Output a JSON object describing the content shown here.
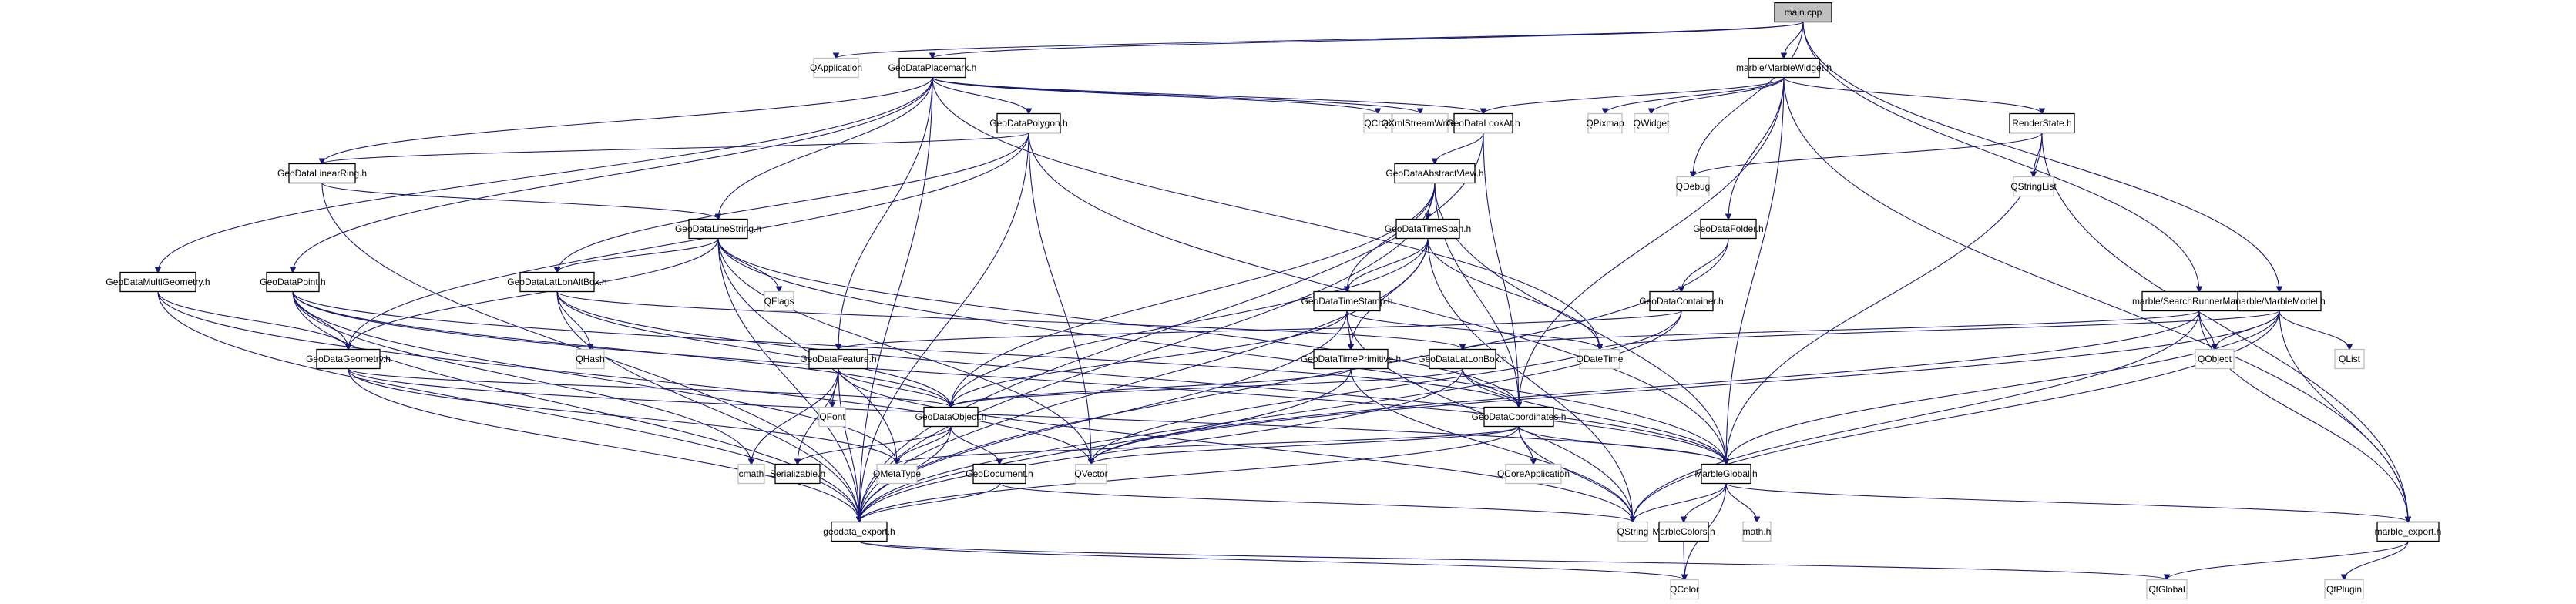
{
  "title": "main.cpp include dependency graph",
  "colors": {
    "edge": "#191970",
    "root_fill": "#bfbfbf",
    "local_border": "#000000",
    "system_border": "#bfbfbf"
  },
  "nodes": [
    {
      "id": "main",
      "label": "main.cpp",
      "kind": "root"
    },
    {
      "id": "qapplication",
      "label": "QApplication",
      "kind": "system"
    },
    {
      "id": "placemark",
      "label": "GeoDataPlacemark.h",
      "kind": "local"
    },
    {
      "id": "marblewidget",
      "label": "marble/MarbleWidget.h",
      "kind": "local"
    },
    {
      "id": "polygon",
      "label": "GeoDataPolygon.h",
      "kind": "local"
    },
    {
      "id": "qchar",
      "label": "QChar",
      "kind": "system"
    },
    {
      "id": "qxmlstreamwriter",
      "label": "QXmlStreamWriter",
      "kind": "system"
    },
    {
      "id": "lookat",
      "label": "GeoDataLookAt.h",
      "kind": "local"
    },
    {
      "id": "qpixmap",
      "label": "QPixmap",
      "kind": "system"
    },
    {
      "id": "qwidget",
      "label": "QWidget",
      "kind": "system"
    },
    {
      "id": "renderstate",
      "label": "RenderState.h",
      "kind": "local"
    },
    {
      "id": "linearring",
      "label": "GeoDataLinearRing.h",
      "kind": "local"
    },
    {
      "id": "abstractview",
      "label": "GeoDataAbstractView.h",
      "kind": "local"
    },
    {
      "id": "qdebug",
      "label": "QDebug",
      "kind": "system"
    },
    {
      "id": "qstringlist",
      "label": "QStringList",
      "kind": "system"
    },
    {
      "id": "linestring",
      "label": "GeoDataLineString.h",
      "kind": "local"
    },
    {
      "id": "timespan",
      "label": "GeoDataTimeSpan.h",
      "kind": "local"
    },
    {
      "id": "folder",
      "label": "GeoDataFolder.h",
      "kind": "local"
    },
    {
      "id": "multigeometry",
      "label": "GeoDataMultiGeometry.h",
      "kind": "local"
    },
    {
      "id": "point",
      "label": "GeoDataPoint.h",
      "kind": "local"
    },
    {
      "id": "latlonaltbox",
      "label": "GeoDataLatLonAltBox.h",
      "kind": "local"
    },
    {
      "id": "qflags",
      "label": "QFlags",
      "kind": "system"
    },
    {
      "id": "timestamp",
      "label": "GeoDataTimeStamp.h",
      "kind": "local"
    },
    {
      "id": "container",
      "label": "GeoDataContainer.h",
      "kind": "local"
    },
    {
      "id": "searchrunner",
      "label": "marble/SearchRunnerManager.h",
      "kind": "local"
    },
    {
      "id": "marblemodel",
      "label": "marble/MarbleModel.h",
      "kind": "local"
    },
    {
      "id": "geometry",
      "label": "GeoDataGeometry.h",
      "kind": "local"
    },
    {
      "id": "qhash",
      "label": "QHash",
      "kind": "system"
    },
    {
      "id": "feature",
      "label": "GeoDataFeature.h",
      "kind": "local"
    },
    {
      "id": "timeprimitive",
      "label": "GeoDataTimePrimitive.h",
      "kind": "local"
    },
    {
      "id": "latlonbox",
      "label": "GeoDataLatLonBox.h",
      "kind": "local"
    },
    {
      "id": "qdatetime",
      "label": "QDateTime",
      "kind": "system"
    },
    {
      "id": "qobject",
      "label": "QObject",
      "kind": "system"
    },
    {
      "id": "qlist",
      "label": "QList",
      "kind": "system"
    },
    {
      "id": "qfont",
      "label": "QFont",
      "kind": "system"
    },
    {
      "id": "object",
      "label": "GeoDataObject.h",
      "kind": "local"
    },
    {
      "id": "coordinates",
      "label": "GeoDataCoordinates.h",
      "kind": "local"
    },
    {
      "id": "cmath",
      "label": "cmath",
      "kind": "system"
    },
    {
      "id": "serializable",
      "label": "Serializable.h",
      "kind": "local"
    },
    {
      "id": "qmetatype",
      "label": "QMetaType",
      "kind": "system"
    },
    {
      "id": "geodocument",
      "label": "GeoDocument.h",
      "kind": "local"
    },
    {
      "id": "qvector",
      "label": "QVector",
      "kind": "system"
    },
    {
      "id": "qcoreapplication",
      "label": "QCoreApplication",
      "kind": "system"
    },
    {
      "id": "marbleglobal",
      "label": "MarbleGlobal.h",
      "kind": "local"
    },
    {
      "id": "geodataexport",
      "label": "geodata_export.h",
      "kind": "local"
    },
    {
      "id": "qstring",
      "label": "QString",
      "kind": "system"
    },
    {
      "id": "marblecolors",
      "label": "MarbleColors.h",
      "kind": "local"
    },
    {
      "id": "mathh",
      "label": "math.h",
      "kind": "system"
    },
    {
      "id": "marbleexport",
      "label": "marble_export.h",
      "kind": "local"
    },
    {
      "id": "qcolor",
      "label": "QColor",
      "kind": "system"
    },
    {
      "id": "qtglobal",
      "label": "QtGlobal",
      "kind": "system"
    },
    {
      "id": "qtplugin",
      "label": "QtPlugin",
      "kind": "system"
    }
  ],
  "edges": [
    [
      "main",
      "qapplication"
    ],
    [
      "main",
      "placemark"
    ],
    [
      "main",
      "marblewidget"
    ],
    [
      "main",
      "qdebug"
    ],
    [
      "main",
      "searchrunner"
    ],
    [
      "main",
      "marblemodel"
    ],
    [
      "placemark",
      "polygon"
    ],
    [
      "placemark",
      "qchar"
    ],
    [
      "placemark",
      "qxmlstreamwriter"
    ],
    [
      "placemark",
      "lookat"
    ],
    [
      "placemark",
      "linearring"
    ],
    [
      "placemark",
      "linestring"
    ],
    [
      "placemark",
      "multigeometry"
    ],
    [
      "placemark",
      "point"
    ],
    [
      "placemark",
      "feature"
    ],
    [
      "placemark",
      "qdatetime"
    ],
    [
      "placemark",
      "geodataexport"
    ],
    [
      "marblewidget",
      "lookat"
    ],
    [
      "marblewidget",
      "qpixmap"
    ],
    [
      "marblewidget",
      "qwidget"
    ],
    [
      "marblewidget",
      "renderstate"
    ],
    [
      "marblewidget",
      "folder"
    ],
    [
      "marblewidget",
      "coordinates"
    ],
    [
      "marblewidget",
      "marbleglobal"
    ],
    [
      "marblewidget",
      "marbleexport"
    ],
    [
      "polygon",
      "linearring"
    ],
    [
      "polygon",
      "latlonaltbox"
    ],
    [
      "polygon",
      "geometry"
    ],
    [
      "polygon",
      "qvector"
    ],
    [
      "polygon",
      "geodataexport"
    ],
    [
      "polygon",
      "marbleglobal"
    ],
    [
      "lookat",
      "abstractview"
    ],
    [
      "lookat",
      "coordinates"
    ],
    [
      "lookat",
      "geodataexport"
    ],
    [
      "renderstate",
      "qdebug"
    ],
    [
      "renderstate",
      "qstringlist"
    ],
    [
      "renderstate",
      "marbleglobal"
    ],
    [
      "renderstate",
      "marbleexport"
    ],
    [
      "linearring",
      "linestring"
    ],
    [
      "linearring",
      "geodataexport"
    ],
    [
      "abstractview",
      "timespan"
    ],
    [
      "abstractview",
      "timestamp"
    ],
    [
      "abstractview",
      "object"
    ],
    [
      "abstractview",
      "coordinates"
    ],
    [
      "abstractview",
      "geodataexport"
    ],
    [
      "abstractview",
      "marbleglobal"
    ],
    [
      "linestring",
      "qflags"
    ],
    [
      "linestring",
      "latlonaltbox"
    ],
    [
      "linestring",
      "geometry"
    ],
    [
      "linestring",
      "coordinates"
    ],
    [
      "linestring",
      "qvector"
    ],
    [
      "linestring",
      "qmetatype"
    ],
    [
      "linestring",
      "geodataexport"
    ],
    [
      "linestring",
      "marbleglobal"
    ],
    [
      "timespan",
      "timestamp"
    ],
    [
      "timespan",
      "timeprimitive"
    ],
    [
      "timespan",
      "object"
    ],
    [
      "timespan",
      "qdatetime"
    ],
    [
      "timespan",
      "qstring"
    ],
    [
      "timespan",
      "geodataexport"
    ],
    [
      "folder",
      "container"
    ],
    [
      "folder",
      "geodataexport"
    ],
    [
      "multigeometry",
      "geometry"
    ],
    [
      "multigeometry",
      "qvector"
    ],
    [
      "multigeometry",
      "geodataexport"
    ],
    [
      "point",
      "geometry"
    ],
    [
      "point",
      "coordinates"
    ],
    [
      "point",
      "cmath"
    ],
    [
      "point",
      "qmetatype"
    ],
    [
      "point",
      "geodataexport"
    ],
    [
      "point",
      "marbleglobal"
    ],
    [
      "point",
      "object"
    ],
    [
      "latlonaltbox",
      "qhash"
    ],
    [
      "latlonaltbox",
      "latlonbox"
    ],
    [
      "latlonaltbox",
      "object"
    ],
    [
      "latlonaltbox",
      "geodataexport"
    ],
    [
      "latlonaltbox",
      "marbleglobal"
    ],
    [
      "timestamp",
      "timeprimitive"
    ],
    [
      "timestamp",
      "qdatetime"
    ],
    [
      "timestamp",
      "object"
    ],
    [
      "timestamp",
      "geodataexport"
    ],
    [
      "timestamp",
      "qstring"
    ],
    [
      "container",
      "feature"
    ],
    [
      "container",
      "qvector"
    ],
    [
      "container",
      "geodataexport"
    ],
    [
      "searchrunner",
      "qobject"
    ],
    [
      "searchrunner",
      "qvector"
    ],
    [
      "searchrunner",
      "marbleexport"
    ],
    [
      "searchrunner",
      "qstring"
    ],
    [
      "searchrunner",
      "latlonbox"
    ],
    [
      "marblemodel",
      "qobject"
    ],
    [
      "marblemodel",
      "qlist"
    ],
    [
      "marblemodel",
      "qdatetime"
    ],
    [
      "marblemodel",
      "marbleglobal"
    ],
    [
      "marblemodel",
      "marbleexport"
    ],
    [
      "marblemodel",
      "qstring"
    ],
    [
      "marblemodel",
      "qvector"
    ],
    [
      "geometry",
      "object"
    ],
    [
      "geometry",
      "geodataexport"
    ],
    [
      "geometry",
      "marbleglobal"
    ],
    [
      "geometry",
      "qmetatype"
    ],
    [
      "feature",
      "qfont"
    ],
    [
      "feature",
      "object"
    ],
    [
      "feature",
      "serializable"
    ],
    [
      "feature",
      "geodataexport"
    ],
    [
      "feature",
      "qstring"
    ],
    [
      "feature",
      "cmath"
    ],
    [
      "timeprimitive",
      "object"
    ],
    [
      "timeprimitive",
      "geodataexport"
    ],
    [
      "timeprimitive",
      "qstring"
    ],
    [
      "latlonbox",
      "coordinates"
    ],
    [
      "latlonbox",
      "object"
    ],
    [
      "latlonbox",
      "geodataexport"
    ],
    [
      "latlonbox",
      "marbleglobal"
    ],
    [
      "object",
      "serializable"
    ],
    [
      "object",
      "qmetatype"
    ],
    [
      "object",
      "geodocument"
    ],
    [
      "object",
      "geodataexport"
    ],
    [
      "coordinates",
      "qcoreapplication"
    ],
    [
      "coordinates",
      "qvector"
    ],
    [
      "coordinates",
      "qmetatype"
    ],
    [
      "coordinates",
      "marbleglobal"
    ],
    [
      "coordinates",
      "qstring"
    ],
    [
      "coordinates",
      "geodataexport"
    ],
    [
      "geodocument",
      "geodataexport"
    ],
    [
      "geodocument",
      "qstring"
    ],
    [
      "marbleglobal",
      "qstring"
    ],
    [
      "marbleglobal",
      "marblecolors"
    ],
    [
      "marbleglobal",
      "mathh"
    ],
    [
      "marbleglobal",
      "qcolor"
    ],
    [
      "marbleglobal",
      "marbleexport"
    ],
    [
      "marblecolors",
      "qcolor"
    ],
    [
      "geodataexport",
      "qtglobal"
    ],
    [
      "geodataexport",
      "qcolor"
    ],
    [
      "marbleexport",
      "qtglobal"
    ],
    [
      "marbleexport",
      "qtplugin"
    ]
  ]
}
